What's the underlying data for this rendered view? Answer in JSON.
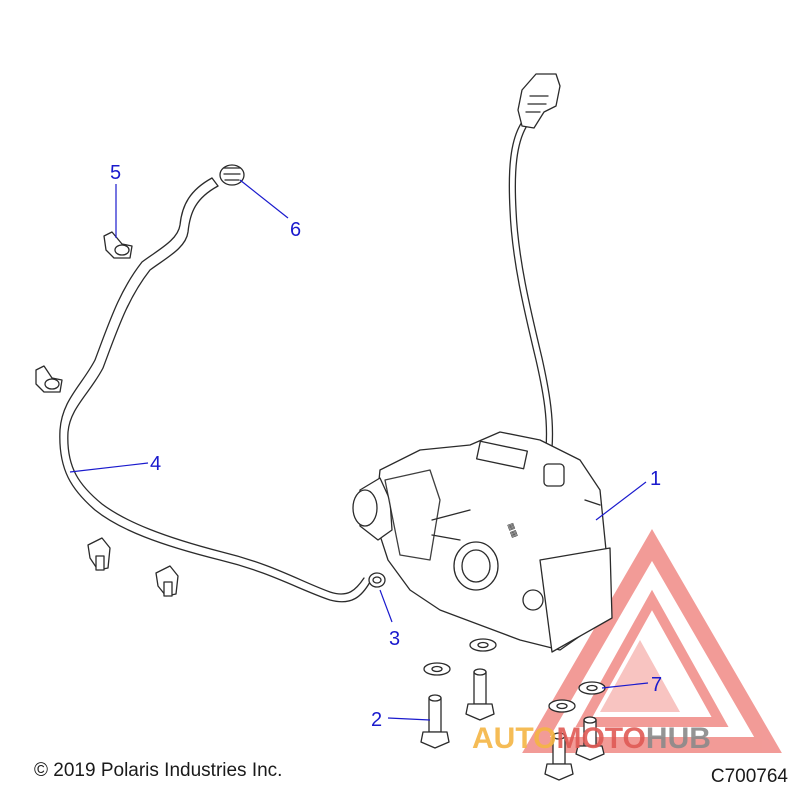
{
  "diagram": {
    "callouts": [
      "1",
      "2",
      "3",
      "4",
      "5",
      "6",
      "7"
    ],
    "watermark": {
      "brand_a": "AUTO",
      "brand_b": "MOTO",
      "brand_c": "HUB",
      "colors": {
        "orange": "#f5b544",
        "red": "#e05a55",
        "gray": "#8a8a8a",
        "triangle": "#f08a86"
      }
    },
    "callout_color": "#1a1acd"
  },
  "footer": {
    "copyright": "© 2019 Polaris Industries Inc.",
    "drawing_id": "C700764"
  }
}
